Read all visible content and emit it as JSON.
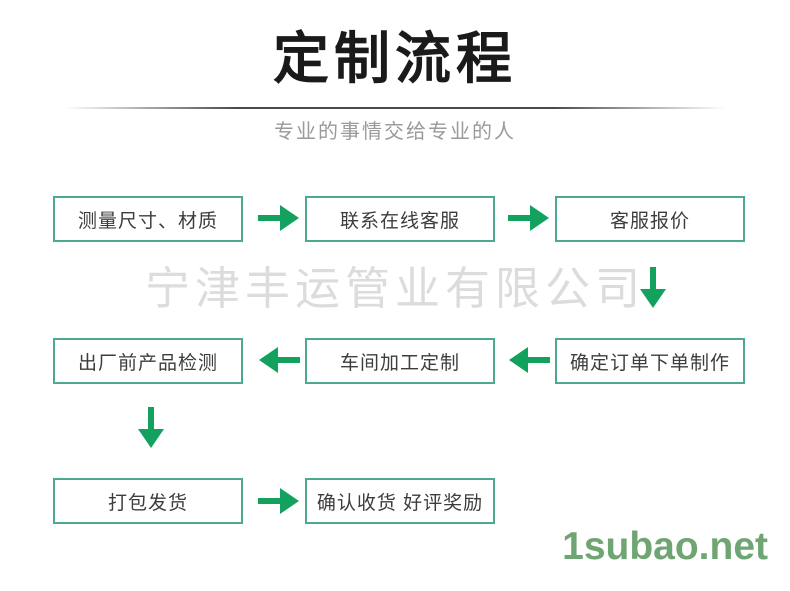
{
  "header": {
    "title": "定制流程",
    "subtitle": "专业的事情交给专业的人"
  },
  "flow": {
    "row1": [
      "测量尺寸、材质",
      "联系在线客服",
      "客服报价"
    ],
    "row2": [
      "出厂前产品检测",
      "车间加工定制",
      "确定订单下单制作"
    ],
    "row3": [
      "打包发货",
      "确认收货 好评奖励"
    ]
  },
  "watermarks": {
    "company": "宁津丰运管业有限公司",
    "site": "1subao.net"
  },
  "icons": {
    "arrow_right": "arrow-right-icon",
    "arrow_left": "arrow-left-icon",
    "arrow_down": "arrow-down-icon"
  },
  "colors": {
    "title_black": "#1a1a1a",
    "subtitle_gray": "#9a9a9a",
    "box_border_teal": "#4da892",
    "box_text_gray": "#3d3d3d",
    "arrow_green": "#12a25e",
    "company_watermark_gray": "#dcdcdc",
    "site_watermark_green": "#6fa573"
  }
}
